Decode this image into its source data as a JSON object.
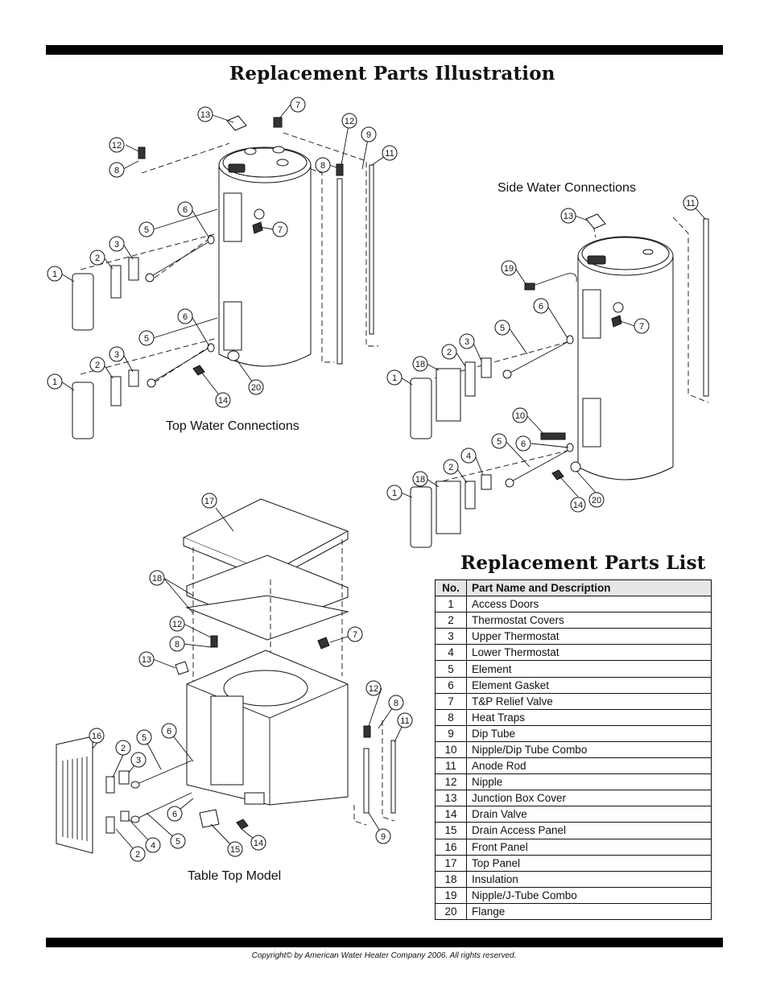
{
  "headings": {
    "illustration": "Replacement Parts Illustration",
    "list": "Replacement Parts List"
  },
  "captions": {
    "side": "Side Water Connections",
    "top": "Top Water Connections",
    "table_top": "Table Top Model"
  },
  "table": {
    "col_no": "No.",
    "col_name": "Part Name and Description",
    "rows": [
      {
        "no": "1",
        "name": "Access Doors"
      },
      {
        "no": "2",
        "name": "Thermostat Covers"
      },
      {
        "no": "3",
        "name": "Upper Thermostat"
      },
      {
        "no": "4",
        "name": "Lower Thermostat"
      },
      {
        "no": "5",
        "name": "Element"
      },
      {
        "no": "6",
        "name": "Element Gasket"
      },
      {
        "no": "7",
        "name": "T&P Relief Valve"
      },
      {
        "no": "8",
        "name": "Heat Traps"
      },
      {
        "no": "9",
        "name": "Dip Tube"
      },
      {
        "no": "10",
        "name": "Nipple/Dip Tube Combo"
      },
      {
        "no": "11",
        "name": "Anode Rod"
      },
      {
        "no": "12",
        "name": "Nipple"
      },
      {
        "no": "13",
        "name": "Junction Box Cover"
      },
      {
        "no": "14",
        "name": "Drain Valve"
      },
      {
        "no": "15",
        "name": "Drain Access Panel"
      },
      {
        "no": "16",
        "name": "Front Panel"
      },
      {
        "no": "17",
        "name": "Top Panel"
      },
      {
        "no": "18",
        "name": "Insulation"
      },
      {
        "no": "19",
        "name": "Nipple/J-Tube Combo"
      },
      {
        "no": "20",
        "name": "Flange"
      }
    ]
  },
  "callouts": {
    "top_heater": [
      "13",
      "7",
      "12",
      "8",
      "12",
      "9",
      "8",
      "11",
      "6",
      "5",
      "7",
      "3",
      "2",
      "1",
      "6",
      "5",
      "3",
      "2",
      "1",
      "14",
      "20"
    ],
    "side_heater": [
      "13",
      "11",
      "19",
      "6",
      "7",
      "5",
      "3",
      "2",
      "18",
      "1",
      "10",
      "6",
      "5",
      "4",
      "2",
      "18",
      "1",
      "14",
      "20"
    ],
    "table_top": [
      "17",
      "18",
      "12",
      "8",
      "7",
      "13",
      "12",
      "8",
      "11",
      "16",
      "2",
      "5",
      "6",
      "3",
      "5",
      "6",
      "4",
      "2",
      "15",
      "14",
      "9"
    ]
  },
  "footer": "Copyright© by American Water Heater Company 2006.    All rights reserved."
}
